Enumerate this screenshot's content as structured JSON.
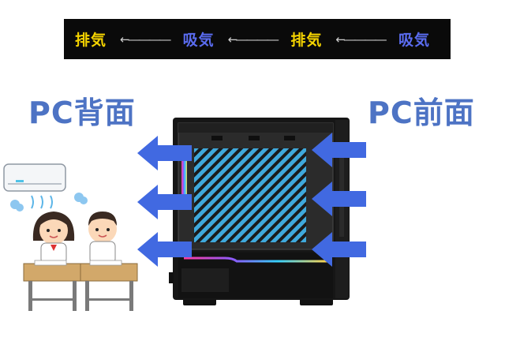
{
  "banner": {
    "words": [
      "排気",
      "吸気",
      "排気",
      "吸気"
    ],
    "arrow": "←――――"
  },
  "labels": {
    "back": "PC背面",
    "front": "PC前面"
  },
  "colors": {
    "exhaust": "#f5d400",
    "intake": "#5a6cf0",
    "label": "#4d73c4",
    "arrow": "#4169e1",
    "hatch": "#3fa9dc",
    "case": "#141414"
  },
  "icons": [
    "air-conditioner-icon",
    "students-at-desks-illustration",
    "pc-case-illustration"
  ]
}
